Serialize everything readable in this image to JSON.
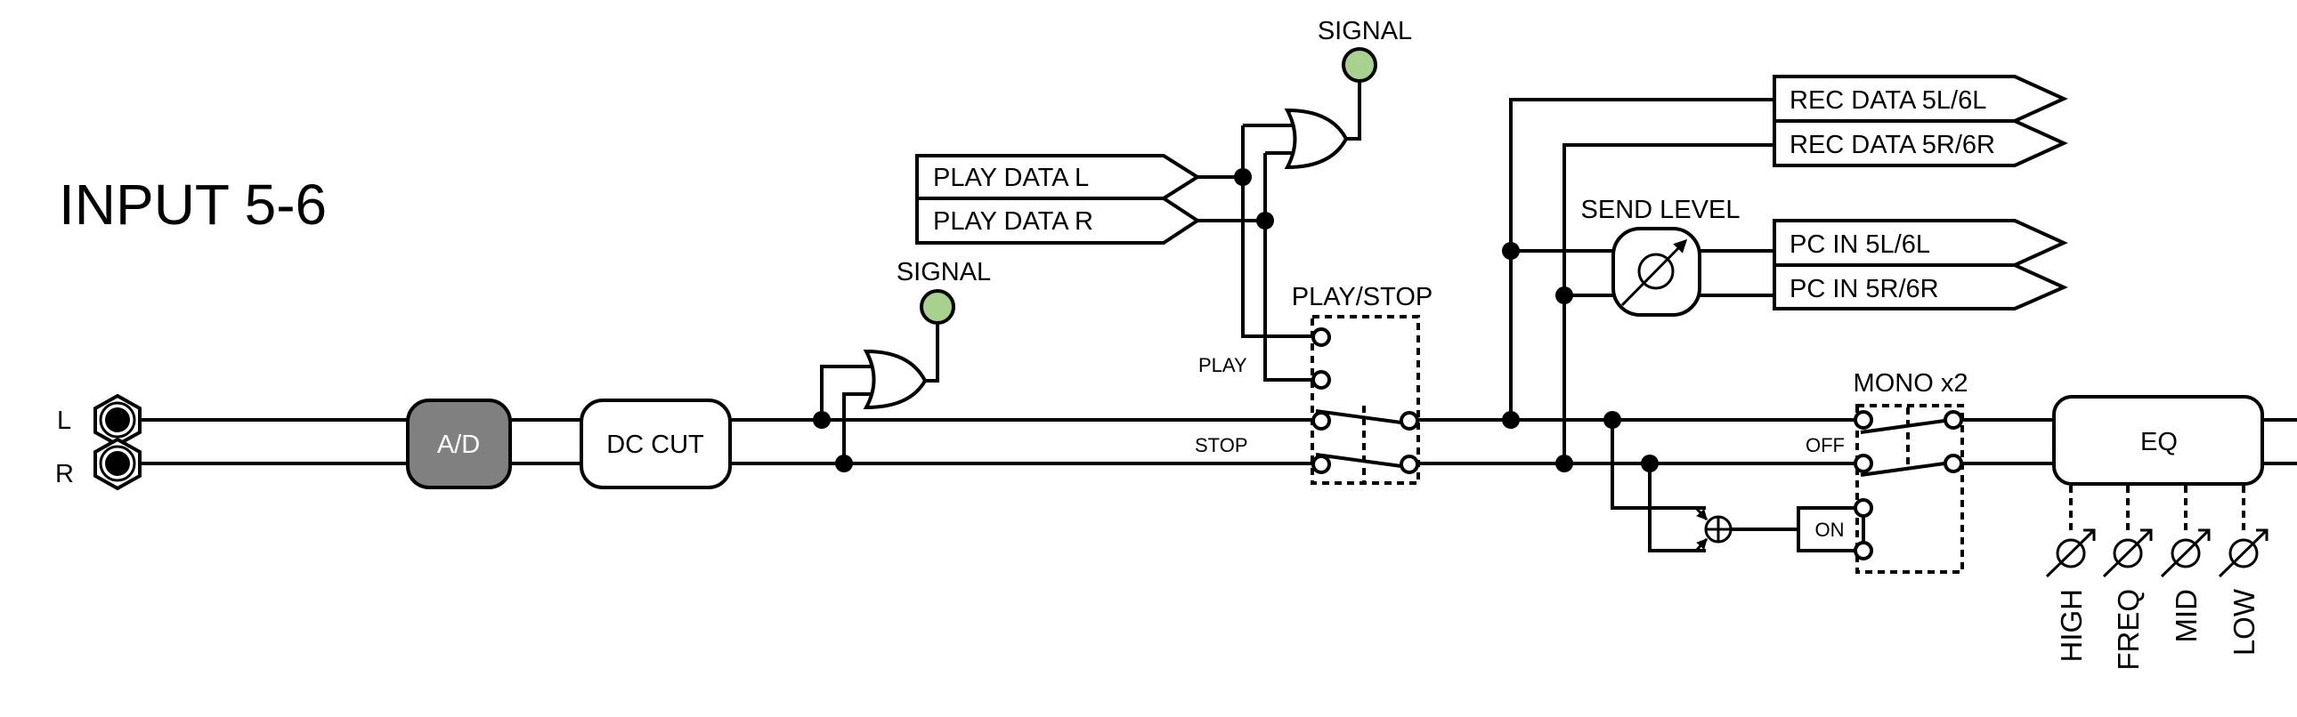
{
  "title": "INPUT 5-6",
  "colors": {
    "line": "#000000",
    "ad_fill": "#808080",
    "ad_text": "#ffffff",
    "signal_led": "#A9D18E"
  },
  "inputs": {
    "left_label": "L",
    "right_label": "R"
  },
  "blocks": {
    "ad": "A/D",
    "dc_cut": "DC CUT",
    "eq": "EQ",
    "send_level": "SEND LEVEL",
    "mono_on": "ON"
  },
  "indicators": {
    "signal_input": "SIGNAL",
    "signal_play": "SIGNAL"
  },
  "play_data": {
    "left": "PLAY DATA L",
    "right": "PLAY DATA R"
  },
  "switches": {
    "play_stop": {
      "title": "PLAY/STOP",
      "play_label": "PLAY",
      "stop_label": "STOP"
    },
    "mono": {
      "title": "MONO x2",
      "off_label": "OFF",
      "on_label": "ON"
    }
  },
  "outputs": {
    "rec_left": "REC DATA 5L/6L",
    "rec_right": "REC DATA 5R/6R",
    "pc_left": "PC IN 5L/6L",
    "pc_right": "PC IN 5R/6R"
  },
  "eq_knobs": [
    "HIGH",
    "FREQ",
    "MID",
    "LOW"
  ]
}
